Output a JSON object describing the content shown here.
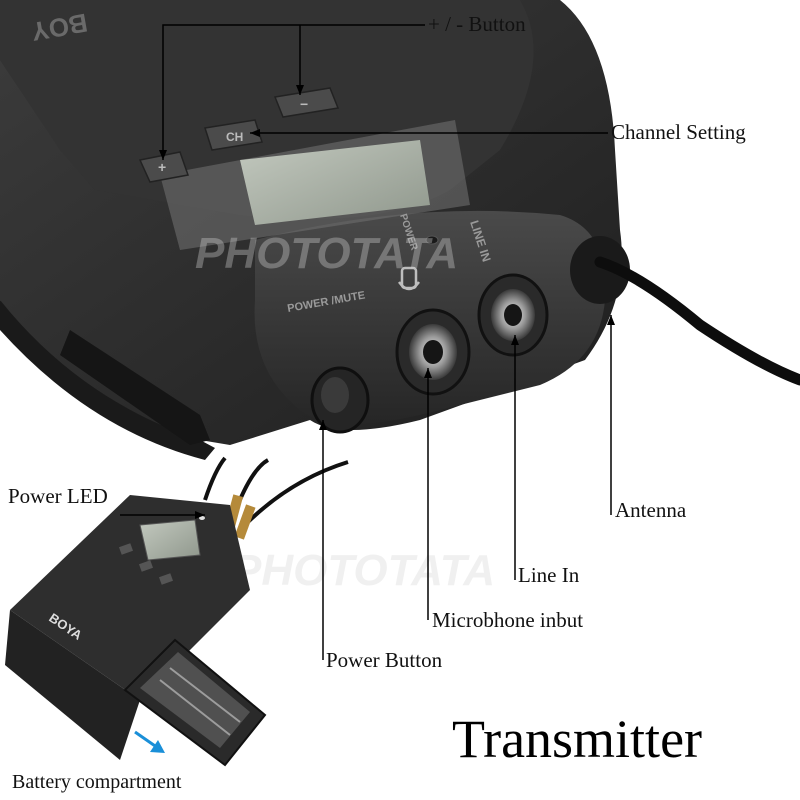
{
  "title": "Transmitter",
  "watermark": "PHOTOTATA",
  "device_markings": {
    "brand_top": "BOY",
    "brand_small": "BOYA",
    "power_led": "POWER",
    "power_mute": "POWER /MUTE",
    "line_in": "LINE IN"
  },
  "callouts": {
    "plus_minus": "+ / - Button",
    "channel": "Channel Setting",
    "power_led": "Power LED",
    "antenna": "Antenna",
    "line_in": "Line In",
    "microphone": "Microbhone inbut",
    "power_button": "Power Button",
    "battery": "Battery compartment"
  },
  "colors": {
    "device_body": "#2b2b2b",
    "device_face": "#3a3a3a",
    "lcd": "#a9b0a6",
    "leader_line": "#000000",
    "arrow": "#1a8fd8"
  }
}
